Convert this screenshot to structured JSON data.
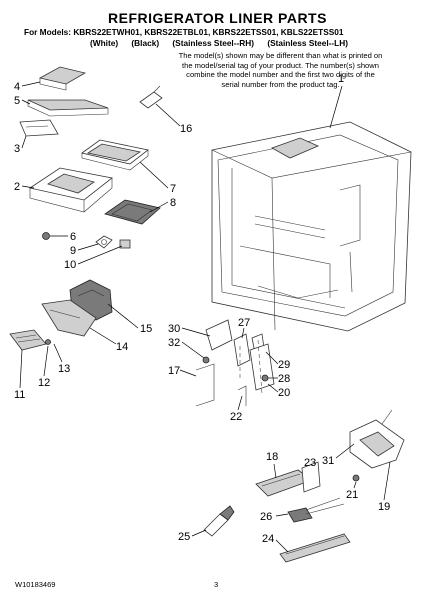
{
  "header": {
    "title": "REFRIGERATOR LINER PARTS",
    "models_line": "For Models: KBRS22ETWH01, KBRS22ETBL01, KBRS22ETSS01, KBLS22ETSS01",
    "finishes": [
      "(White)",
      "(Black)",
      "(Stainless Steel--RH)",
      "(Stainless Steel--LH)"
    ],
    "note": "The model(s) shown may be different than what is printed on the model/serial tag of your product. The number(s) shown combine the model number and the first two digits of the serial number from the product tag."
  },
  "callouts": [
    "1",
    "2",
    "3",
    "4",
    "5",
    "6",
    "7",
    "8",
    "9",
    "10",
    "11",
    "12",
    "13",
    "14",
    "15",
    "16",
    "17",
    "18",
    "19",
    "20",
    "21",
    "22",
    "23",
    "24",
    "25",
    "26",
    "27",
    "28",
    "29",
    "30",
    "31",
    "32"
  ],
  "footer": {
    "doc_number": "W10183469",
    "page_number": "3"
  }
}
